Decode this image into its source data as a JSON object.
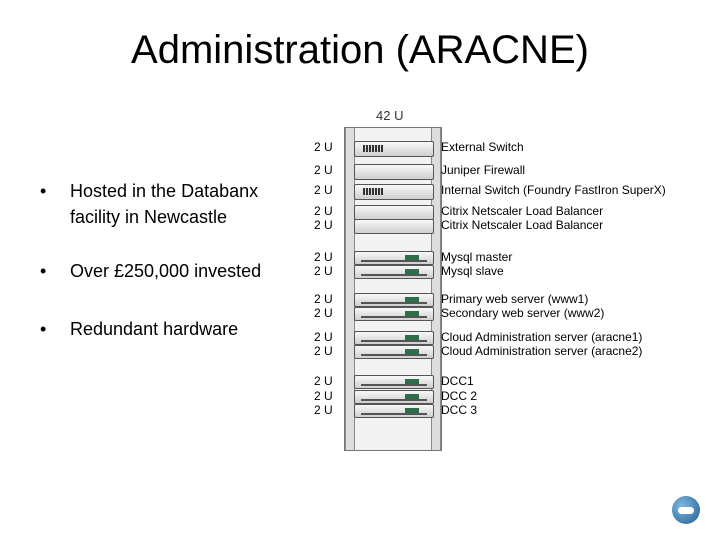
{
  "title": "Administration (ARACNE)",
  "bullets": [
    "Hosted in the Databanx facility in Newcastle",
    "Over £250,000 invested",
    "Redundant hardware"
  ],
  "rack": {
    "capacity_label": "42 U",
    "units": [
      {
        "u": "2 U",
        "device": "External Switch",
        "kind": "switch"
      },
      {
        "u": "2 U",
        "device": "Juniper Firewall",
        "kind": "firewall"
      },
      {
        "u": "2 U",
        "device": "Internal Switch (Foundry FastIron SuperX)",
        "kind": "switch"
      },
      {
        "u": "2 U",
        "device": "Citrix Netscaler Load Balancer",
        "kind": "balancer"
      },
      {
        "u": "2 U",
        "device": "Citrix Netscaler Load Balancer",
        "kind": "balancer"
      },
      {
        "u": "2 U",
        "device": "Mysql master",
        "kind": "server"
      },
      {
        "u": "2 U",
        "device": "Mysql slave",
        "kind": "server"
      },
      {
        "u": "2 U",
        "device": "Primary web server (www1)",
        "kind": "server"
      },
      {
        "u": "2 U",
        "device": "Secondary web server (www2)",
        "kind": "server"
      },
      {
        "u": "2 U",
        "device": "Cloud Administration server (aracne1)",
        "kind": "server"
      },
      {
        "u": "2 U",
        "device": "Cloud Administration server (aracne2)",
        "kind": "server"
      },
      {
        "u": "2 U",
        "device": "DCC1",
        "kind": "server"
      },
      {
        "u": "2 U",
        "device": "DCC 2",
        "kind": "server"
      },
      {
        "u": "2 U",
        "device": "DCC 3",
        "kind": "server"
      }
    ]
  }
}
